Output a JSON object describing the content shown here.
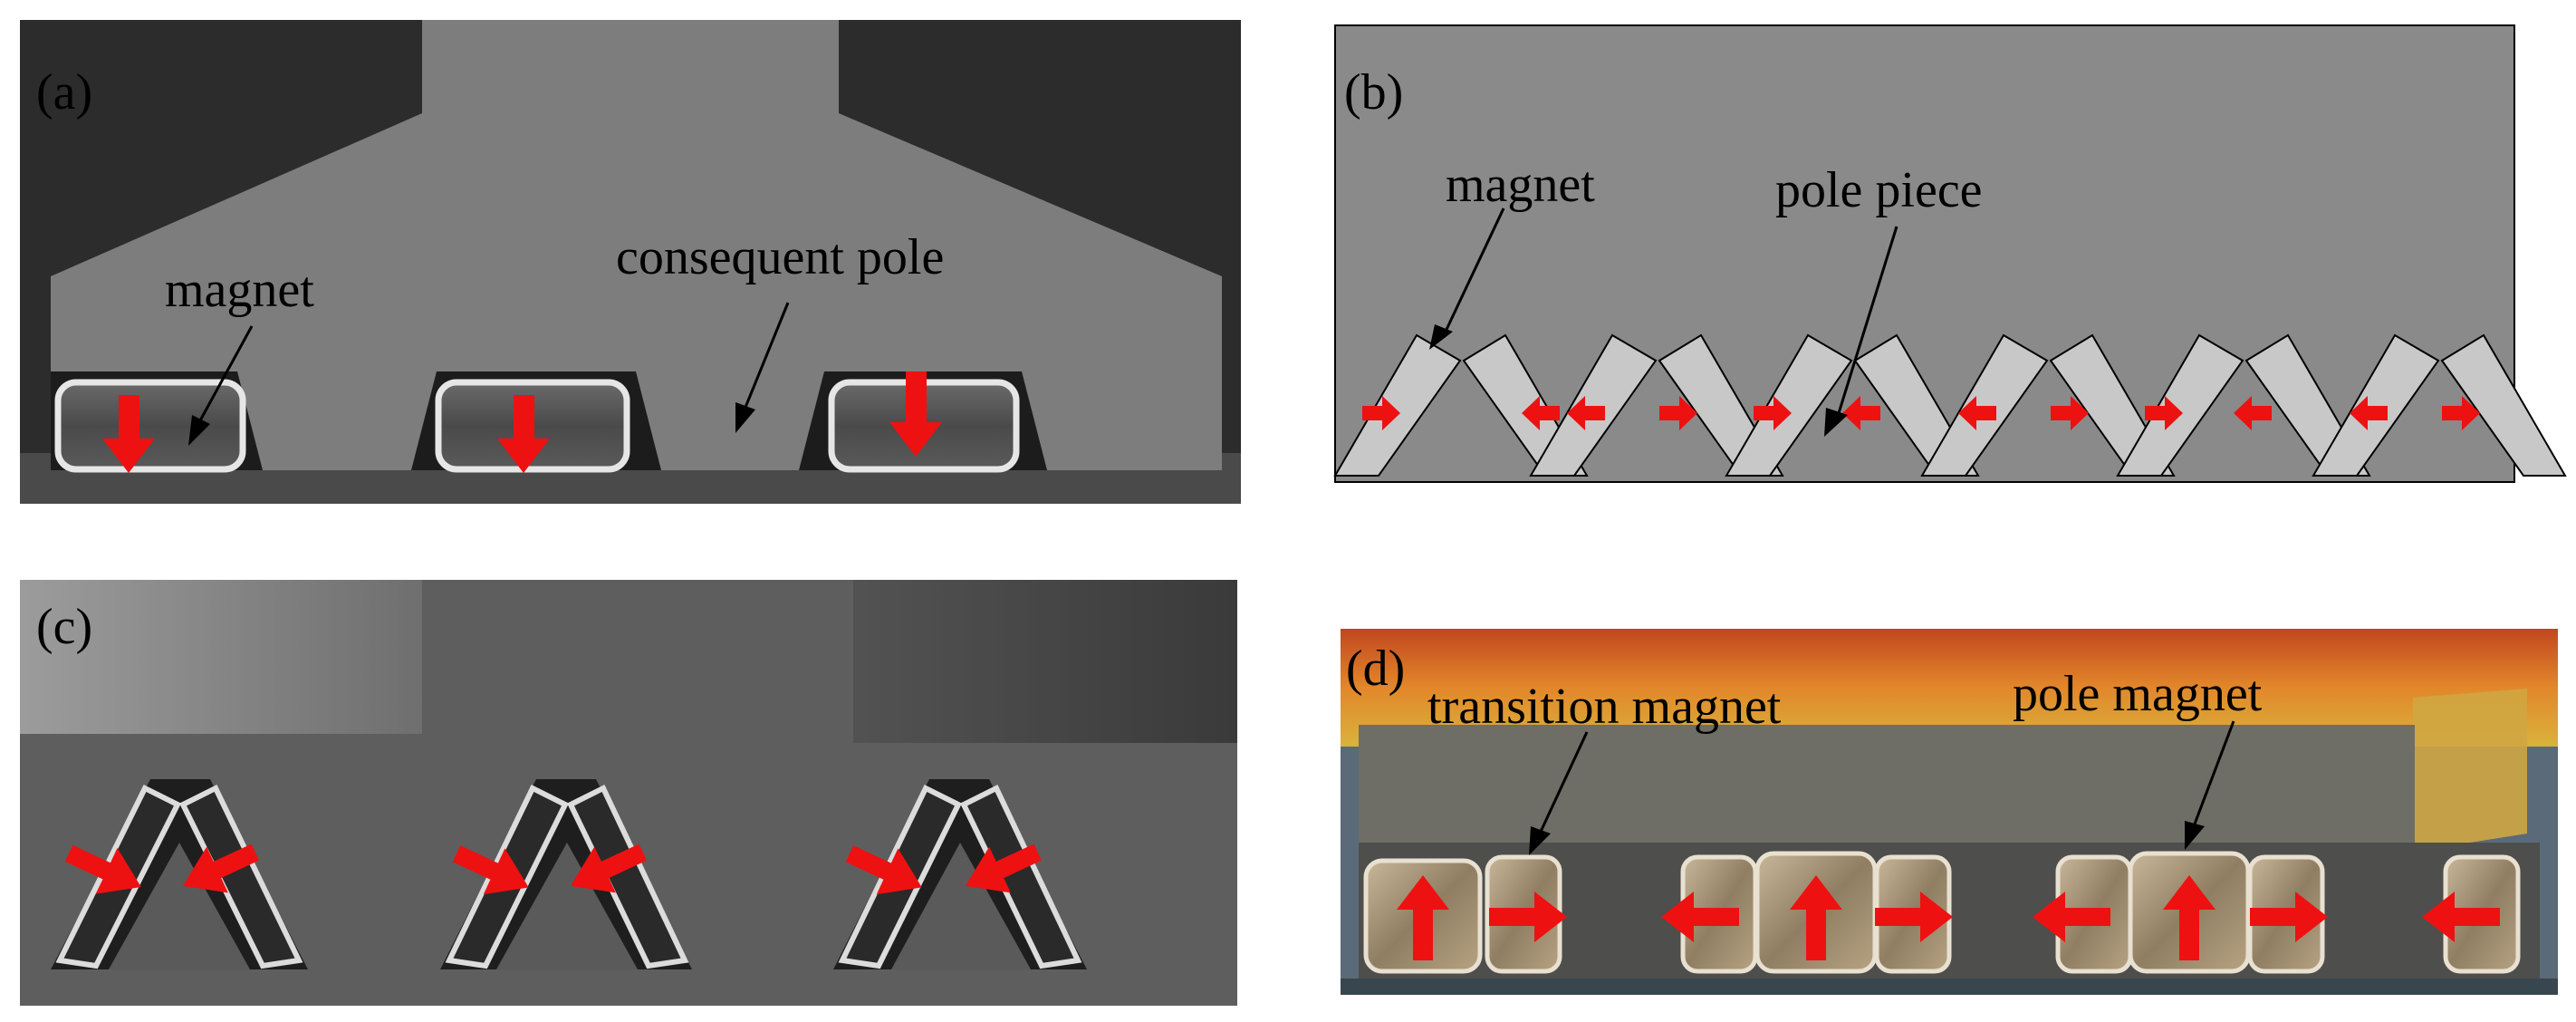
{
  "panels": {
    "a": {
      "letter": "(a)",
      "labels": {
        "magnet": "magnet",
        "consequent_pole": "consequent pole"
      },
      "magnet_count": 3,
      "magnetization": "down"
    },
    "b": {
      "letter": "(b)",
      "labels": {
        "magnet": "magnet",
        "pole_piece": "pole piece"
      },
      "v_pair_count": 6,
      "magnetization_pattern": [
        "in",
        "out",
        "in",
        "out",
        "in",
        "out"
      ]
    },
    "c": {
      "letter": "(c)",
      "v_pair_count": 3,
      "magnetization": "inward"
    },
    "d": {
      "letter": "(d)",
      "labels": {
        "transition_magnet": "transition magnet",
        "pole_magnet": "pole magnet"
      },
      "magnet_rows": [
        "up",
        "right",
        "left",
        "up",
        "right",
        "left",
        "up",
        "right",
        "left"
      ]
    }
  },
  "colors": {
    "arrow": "#ee1111",
    "magnet_b": "#c8c8c8",
    "iron_b": "#8a8a8a"
  }
}
